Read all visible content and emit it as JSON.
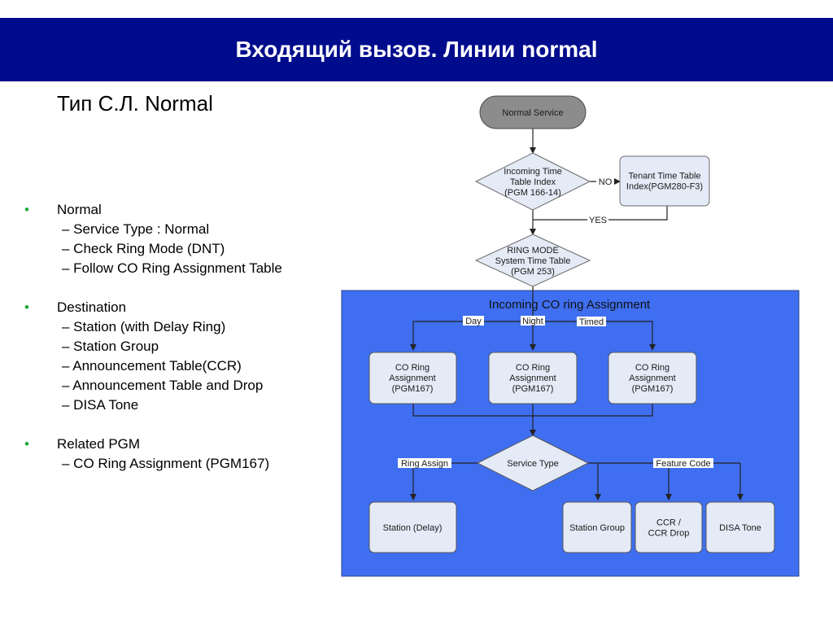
{
  "header": {
    "title": "Входящий вызов. Линии normal"
  },
  "subtitle": "Тип С.Л. Normal",
  "bullets": [
    {
      "head": "Normal",
      "items": [
        "– Service Type : Normal",
        "– Check Ring Mode (DNT)",
        "– Follow CO Ring Assignment Table"
      ]
    },
    {
      "head": "Destination",
      "items": [
        "– Station (with Delay Ring)",
        "– Station Group",
        "– Announcement Table(CCR)",
        "– Announcement Table and Drop",
        "– DISA Tone"
      ]
    },
    {
      "head": "Related PGM",
      "items": [
        "– CO Ring Assignment (PGM167)"
      ]
    }
  ],
  "bullet_symbol": "•",
  "colors": {
    "title_bar": "#000c8c",
    "bullet": "#1faa3a",
    "panel": "#3f6ff0",
    "node_fill": "#e4eaf6",
    "start_fill": "#8c8c8c"
  },
  "diagram": {
    "panel_title": "Incoming CO ring Assignment",
    "nodes": {
      "start": [
        "Normal Service"
      ],
      "incoming_time": [
        "Incoming Time",
        "Table Index",
        "(PGM 166-14)"
      ],
      "tenant": [
        "Tenant Time Table",
        "Index(PGM280-F3)"
      ],
      "ring_mode": [
        "RING MODE",
        "System Time Table",
        "(PGM 253)"
      ],
      "co_day": [
        "CO Ring",
        "Assignment",
        "(PGM167)"
      ],
      "co_night": [
        "CO Ring",
        "Assignment",
        "(PGM167)"
      ],
      "co_timed": [
        "CO Ring",
        "Assignment",
        "(PGM167)"
      ],
      "service_type": [
        "Service Type"
      ],
      "station_delay": [
        "Station (Delay)"
      ],
      "station_group": [
        "Station Group"
      ],
      "ccr": [
        "CCR /",
        "CCR Drop"
      ],
      "disa": [
        "DISA Tone"
      ]
    },
    "edge_labels": {
      "no": "NO",
      "yes": "YES",
      "day": "Day",
      "night": "Night",
      "timed": "Timed",
      "ring_assign": "Ring Assign",
      "feature_code": "Feature Code"
    }
  }
}
